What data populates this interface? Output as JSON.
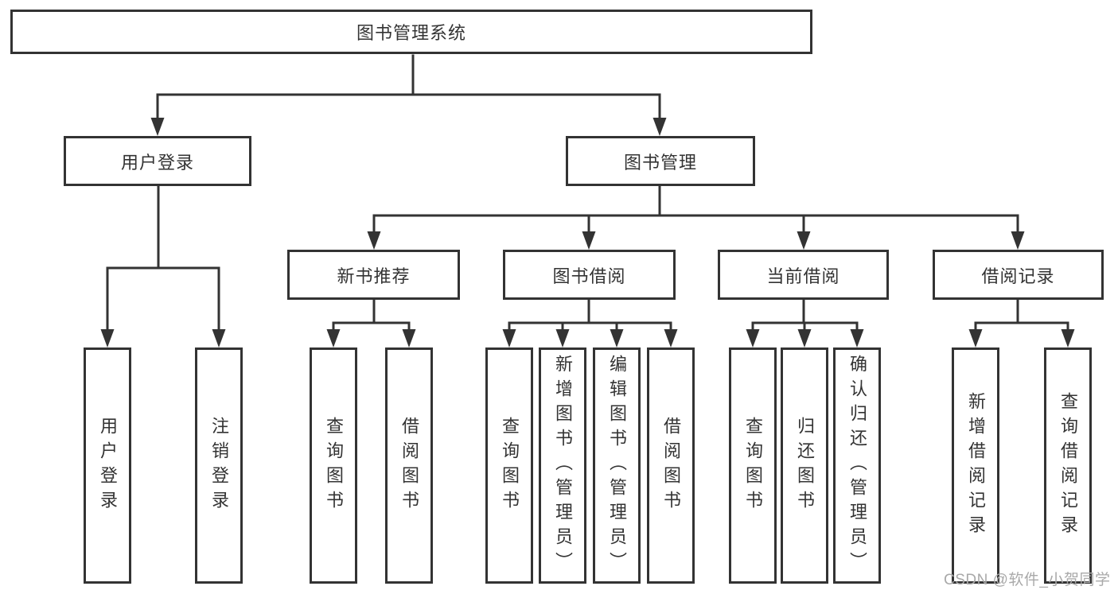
{
  "colors": {
    "line": "#333333",
    "box_border": "#333333",
    "text": "#333333",
    "background": "#ffffff",
    "watermark": "#a9a9a9"
  },
  "tree": {
    "root": {
      "label": "图书管理系统"
    },
    "branches": [
      {
        "label": "用户登录",
        "children": [
          {
            "label": "用户登录"
          },
          {
            "label": "注销登录"
          }
        ]
      },
      {
        "label": "图书管理",
        "children": [
          {
            "label": "新书推荐",
            "children": [
              {
                "label": "查询图书"
              },
              {
                "label": "借阅图书"
              }
            ]
          },
          {
            "label": "图书借阅",
            "children": [
              {
                "label": "查询图书"
              },
              {
                "label": "新增图书（管理员）"
              },
              {
                "label": "编辑图书（管理员）"
              },
              {
                "label": "借阅图书"
              }
            ]
          },
          {
            "label": "当前借阅",
            "children": [
              {
                "label": "查询图书"
              },
              {
                "label": "归还图书"
              },
              {
                "label": "确认归还（管理员）"
              }
            ]
          },
          {
            "label": "借阅记录",
            "children": [
              {
                "label": "新增借阅记录"
              },
              {
                "label": "查询借阅记录"
              }
            ]
          }
        ]
      }
    ]
  },
  "watermark": {
    "text": "CSDN @软件_小贺同学"
  }
}
